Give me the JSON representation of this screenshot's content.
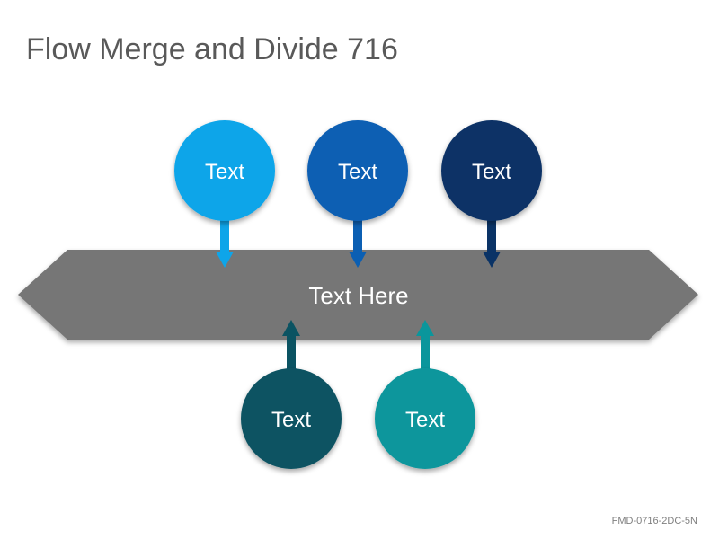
{
  "title": "Flow Merge and Divide 716",
  "footer_code": "FMD-0716-2DC-5N",
  "main_bar": {
    "label": "Text Here",
    "color": "#767676"
  },
  "top_circles": [
    {
      "label": "Text",
      "color": "#0ea5e9"
    },
    {
      "label": "Text",
      "color": "#0b5fb3"
    },
    {
      "label": "Text",
      "color": "#0a3366"
    }
  ],
  "bottom_circles": [
    {
      "label": "Text",
      "color": "#0b5362"
    },
    {
      "label": "Text",
      "color": "#0a969c"
    }
  ]
}
